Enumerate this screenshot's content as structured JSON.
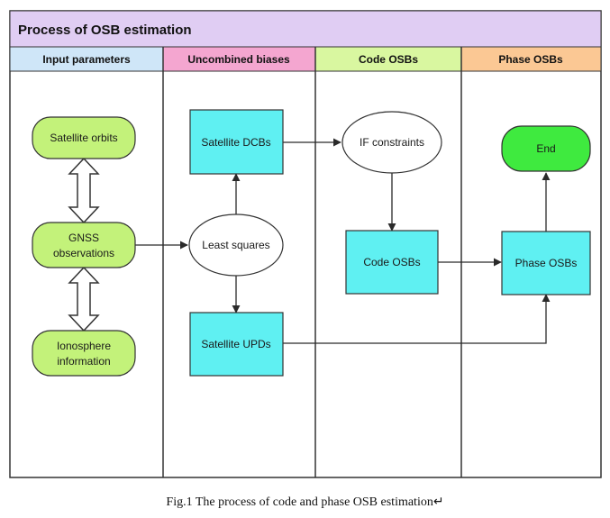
{
  "title": "Process of OSB estimation",
  "lanes": [
    {
      "label": "Input parameters",
      "color": "#cfe6f8"
    },
    {
      "label": "Uncombined biases",
      "color": "#f4a6d0"
    },
    {
      "label": "Code OSBs",
      "color": "#d9f7a0"
    },
    {
      "label": "Phase OSBs",
      "color": "#fbc894"
    }
  ],
  "nodes": {
    "satellite_orbits": "Satellite orbits",
    "gnss_line1": "GNSS",
    "gnss_line2": "observations",
    "ionosphere_line1": "Ionosphere",
    "ionosphere_line2": "information",
    "satellite_dcbs": "Satellite DCBs",
    "least_squares": "Least squares",
    "satellite_upds": "Satellite UPDs",
    "if_constraints": "IF constraints",
    "code_osbs": "Code OSBs",
    "phase_osbs": "Phase OSBs",
    "end": "End"
  },
  "colors": {
    "title_bar": "#e0cdf3",
    "input_node": "#c3f27a",
    "rect_node": "#5ff0f2",
    "end_node": "#3fea3f",
    "ellipse_node": "#ffffff"
  },
  "caption": "Fig.1 The process of code and phase OSB estimation↵"
}
